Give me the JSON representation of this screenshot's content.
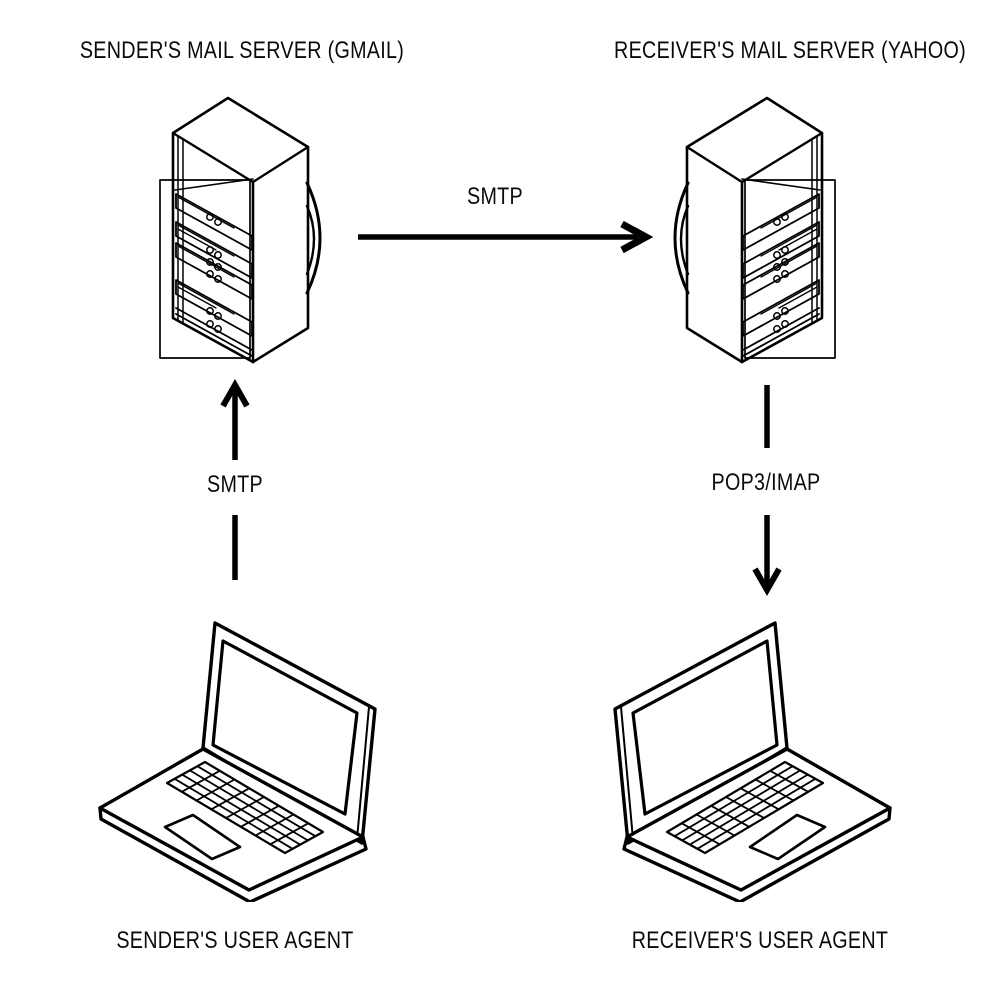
{
  "diagram": {
    "background": "#ffffff",
    "line_color": "#000000",
    "nodes": [
      {
        "id": "sender-mail-server",
        "label": "SENDER'S MAIL SERVER (GMAIL)",
        "icon": "server-rack-icon"
      },
      {
        "id": "receiver-mail-server",
        "label": "RECEIVER'S MAIL SERVER (YAHOO)",
        "icon": "server-rack-icon"
      },
      {
        "id": "sender-user-agent",
        "label": "SENDER'S USER AGENT",
        "icon": "laptop-icon"
      },
      {
        "id": "receiver-user-agent",
        "label": "RECEIVER'S USER AGENT",
        "icon": "laptop-icon"
      }
    ],
    "edges": [
      {
        "from": "sender-mail-server",
        "to": "receiver-mail-server",
        "label": "SMTP",
        "direction": "right"
      },
      {
        "from": "sender-user-agent",
        "to": "sender-mail-server",
        "label": "SMTP",
        "direction": "up"
      },
      {
        "from": "receiver-mail-server",
        "to": "receiver-user-agent",
        "label": "POP3/IMAP",
        "direction": "down"
      }
    ]
  }
}
